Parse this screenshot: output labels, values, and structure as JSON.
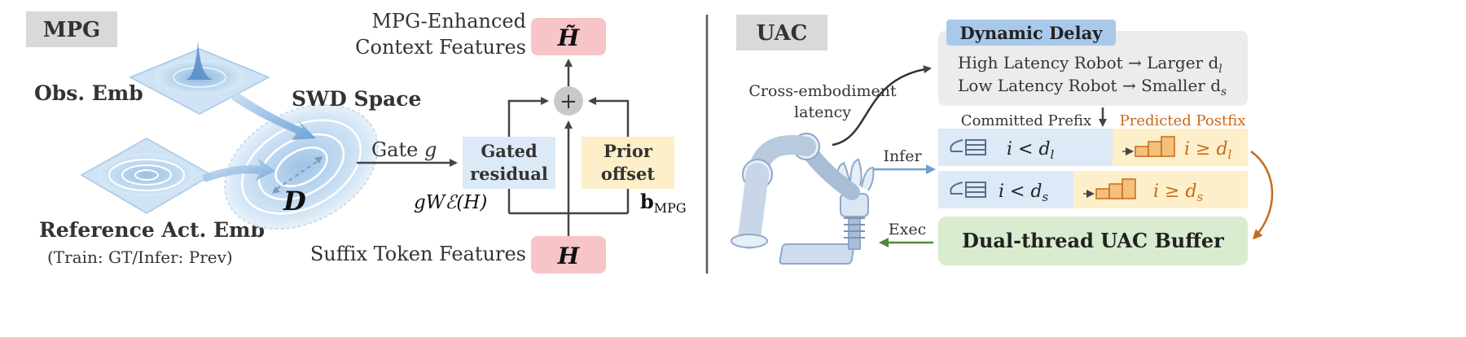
{
  "mpg": {
    "tag": "MPG",
    "obs_emb": "Obs. Emb",
    "swd_space": "SWD Space",
    "d_symbol": "D",
    "ref_act_emb": "Reference Act. Emb",
    "ref_act_note": "(Train: GT/Infer: Prev)",
    "gate_label": "Gate",
    "gate_symbol": "g",
    "output_label_line1": "MPG-Enhanced",
    "output_label_line2": "Context Features",
    "output_symbol": "H̃",
    "plus": "+",
    "gated_residual_line1": "Gated",
    "gated_residual_line2": "residual",
    "gated_formula": "gWℰ(H)",
    "prior_offset_line1": "Prior",
    "prior_offset_line2": "offset",
    "bias_symbol": "b",
    "bias_subscript": "MPG",
    "input_label": "Suffix Token Features",
    "input_symbol": "H"
  },
  "uac": {
    "tag": "UAC",
    "dynamic_delay": "Dynamic Delay",
    "high_latency": "High Latency Robot → Larger d",
    "high_sub": "l",
    "low_latency": "Low Latency Robot → Smaller d",
    "low_sub": "s",
    "cross_line1": "Cross-embodiment",
    "cross_line2": "latency",
    "committed_prefix": "Committed Prefix",
    "predicted_postfix": "Predicted Postfix",
    "infer": "Infer",
    "exec": "Exec",
    "row1_prefix": "i < d",
    "row1_prefix_sub": "l",
    "row1_postfix": "i ≥ d",
    "row1_postfix_sub": "l",
    "row2_prefix": "i < d",
    "row2_prefix_sub": "s",
    "row2_postfix": "i ≥ d",
    "row2_postfix_sub": "s",
    "buffer": "Dual-thread UAC Buffer"
  },
  "colors": {
    "red_box": "#f7c5c7",
    "blue_box": "#dce9f6",
    "yellow_box": "#fcefc9",
    "green_box": "#d9ecd0",
    "gray_box": "#ececec",
    "tag_gray": "#d9d9d9",
    "dynamic_delay_blue": "#a9c9ea",
    "orange_text": "#c86a1a",
    "arrow_blue": "#6f9fd0",
    "arrow_green": "#4f8a3a",
    "arrow_orange": "#c86a1a"
  }
}
